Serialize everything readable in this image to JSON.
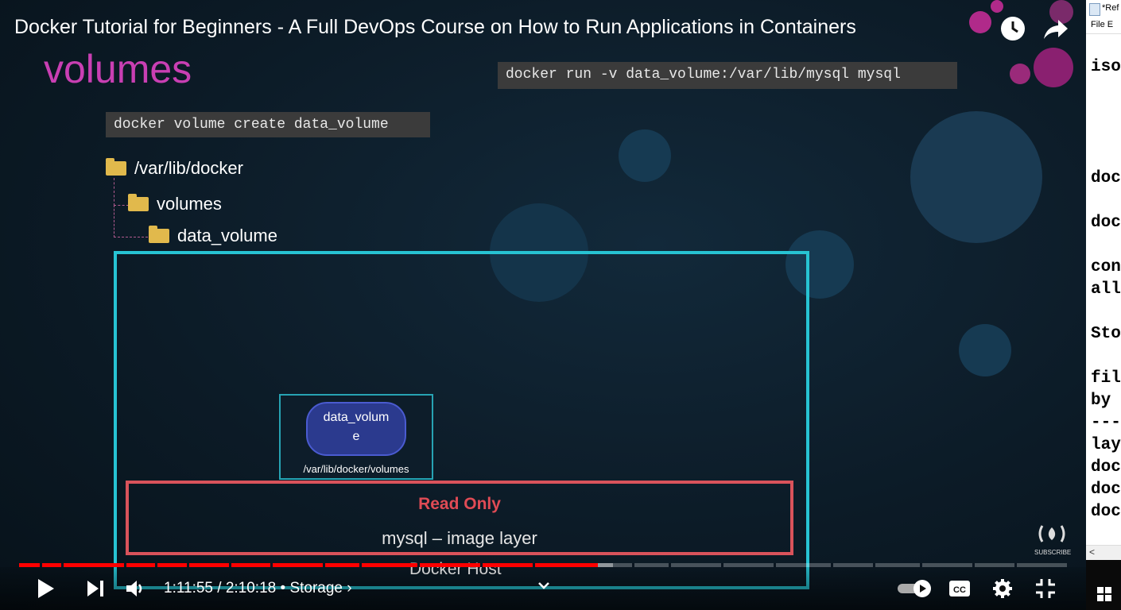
{
  "video": {
    "title": "Docker Tutorial for Beginners - A Full DevOps Course on How to Run Applications in Containers",
    "watch_later_icon": "clock-icon",
    "share_icon": "share-arrow-icon"
  },
  "slide": {
    "heading": "volumes",
    "run_command": "docker run -v data_volume:/var/lib/mysql mysql",
    "create_command": "docker volume create data_volume",
    "tree": {
      "root": "/var/lib/docker",
      "child": "volumes",
      "grandchild": "data_volume"
    },
    "volume": {
      "name_line1": "data_volum",
      "name_line2": "e",
      "path": "/var/lib/docker/volumes"
    },
    "read_only": {
      "title": "Read Only",
      "layer": "mysql – image layer"
    },
    "host_label": "Docker Host",
    "colors": {
      "heading": "#c93fb3",
      "host_border": "#27c3d3",
      "read_only": "#d9535b",
      "progress": "#ff0000"
    }
  },
  "player": {
    "time_current": "1:11:55",
    "time_total": "2:10:18",
    "separator": " / ",
    "chapter": " • Storage ›",
    "played_fraction": 0.552,
    "buffered_fraction": 0.567,
    "subscribe_label": "SUBSCRIBE",
    "controls": [
      "play-icon",
      "next-icon",
      "volume-icon",
      "chevron-down-icon",
      "autoplay-toggle-icon",
      "captions-icon",
      "settings-icon",
      "exit-fullscreen-icon"
    ]
  },
  "notepad": {
    "title": "*Ref",
    "menu": "File  E",
    "lines": [
      "iso",
      "doc",
      "doc",
      "con",
      "all",
      "Sto",
      "fil",
      "by",
      "---",
      "lay",
      "doc",
      "doc",
      "doc"
    ],
    "scroll_glyph": "<"
  }
}
